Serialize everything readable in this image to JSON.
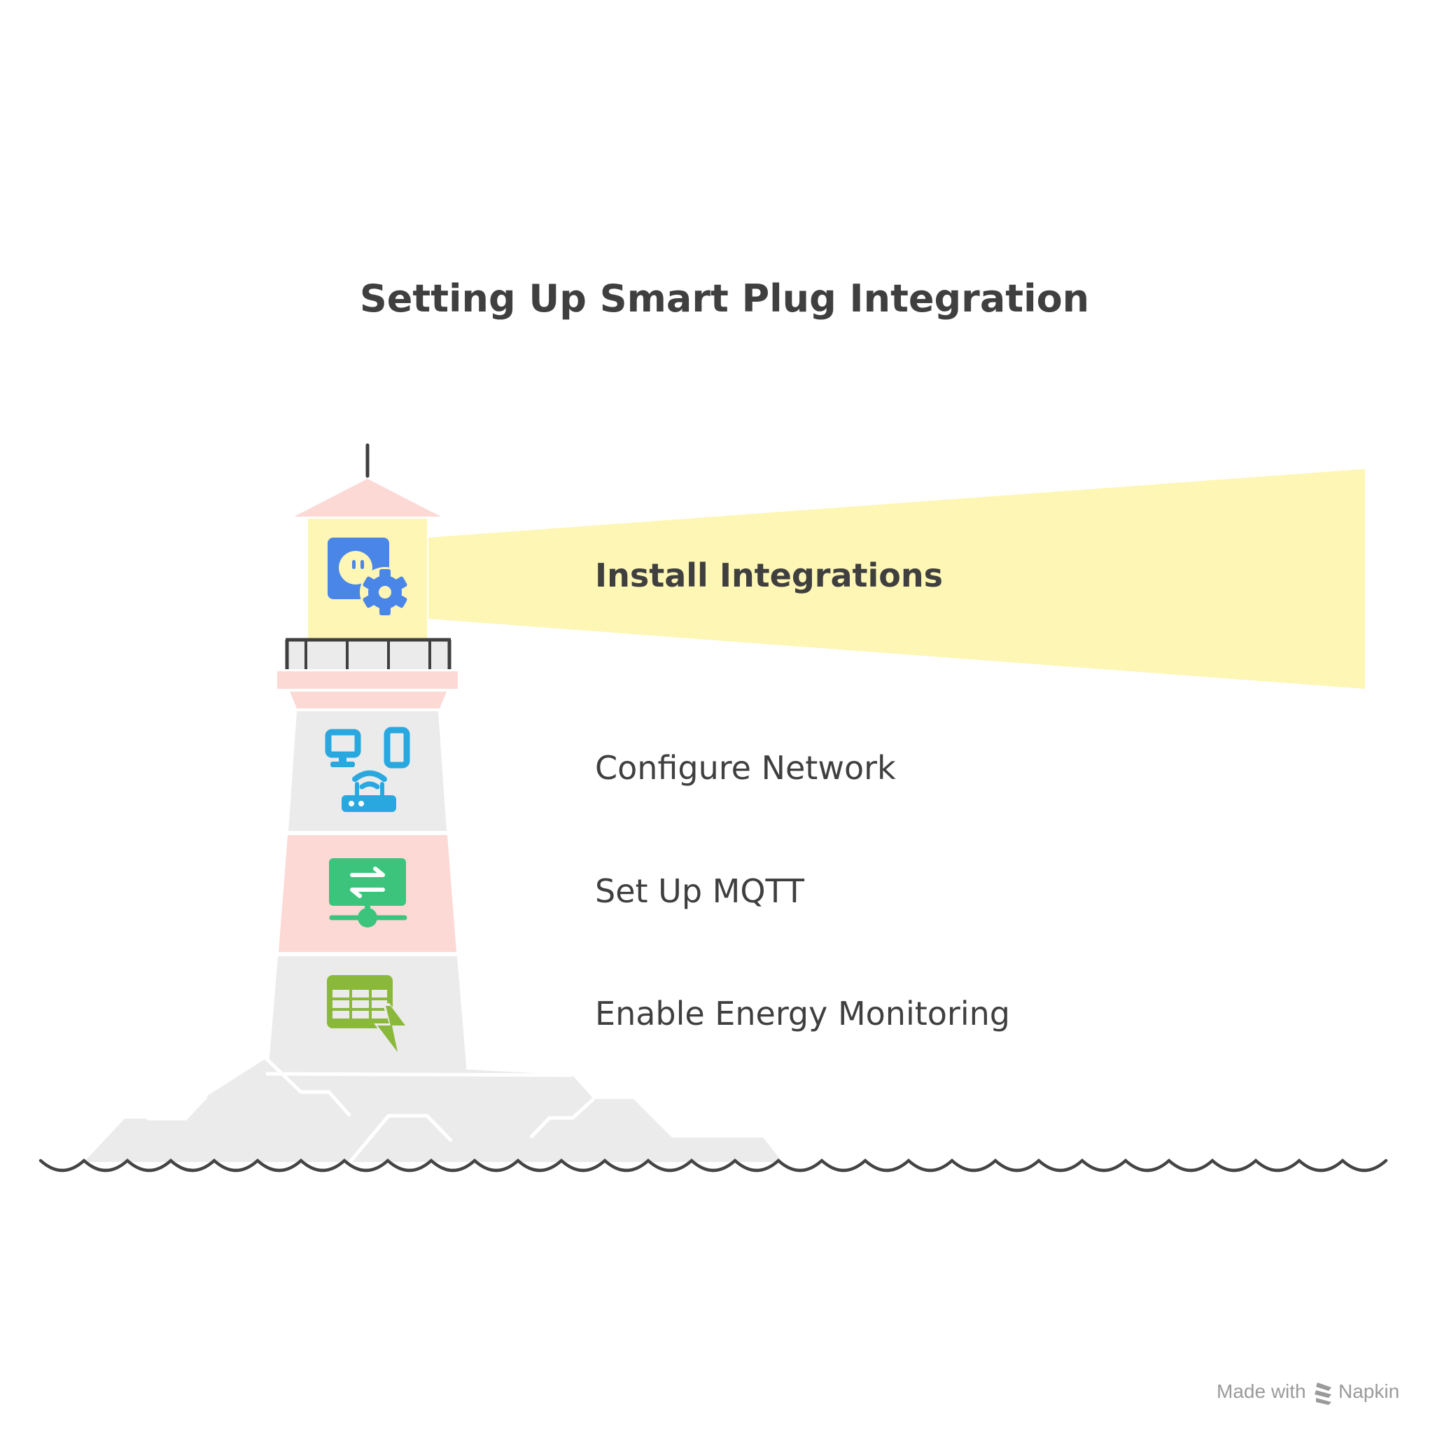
{
  "title": "Setting Up Smart Plug Integration",
  "steps": [
    {
      "label": "Install Integrations",
      "icon": "integration-settings-icon",
      "highlighted": true
    },
    {
      "label": "Configure Network",
      "icon": "network-router-icon",
      "highlighted": false
    },
    {
      "label": "Set Up MQTT",
      "icon": "data-transfer-icon",
      "highlighted": false
    },
    {
      "label": "Enable Energy Monitoring",
      "icon": "energy-table-icon",
      "highlighted": false
    }
  ],
  "footer": {
    "made_with": "Made with",
    "brand": "Napkin"
  },
  "colors": {
    "text": "#3f3f3f",
    "beam": "#fef6b4",
    "lantern": "#fef6b4",
    "roof": "#fdd9d6",
    "band_pink": "#fdd9d6",
    "band_grey": "#ebebeb",
    "rocks": "#ebebeb",
    "icon_blue": "#4a86e8",
    "icon_cyan": "#29a8e0",
    "icon_green": "#3cc47c",
    "icon_lime": "#8ab83a",
    "water_line": "#444444"
  }
}
